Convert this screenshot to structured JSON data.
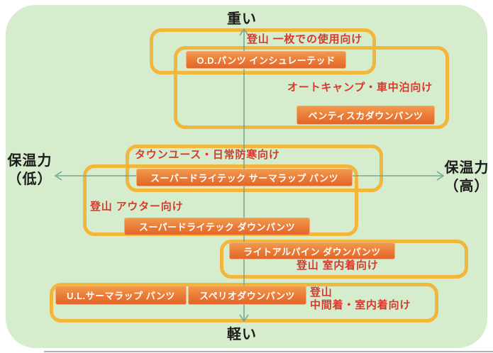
{
  "axis": {
    "top_label": "重い",
    "bottom_label": "軽い",
    "left_label": {
      "line1": "保温力",
      "line2": "（低）"
    },
    "right_label": {
      "line1": "保温力",
      "line2": "（高）"
    }
  },
  "groups": [
    {
      "use": "登山 一枚での使用向け"
    },
    {
      "use": "オートキャンプ・車中泊向け"
    },
    {
      "use": "タウンユース・日常防寒向け"
    },
    {
      "use": "登山 アウター向け"
    },
    {
      "use": "登山 室内着向け"
    },
    {
      "use_line1": "登山",
      "use_line2": "中間着・室内着向け"
    }
  ],
  "products": [
    {
      "name": "O.D.パンツ インシュレーテッド"
    },
    {
      "name": "ベンティスカダウンパンツ"
    },
    {
      "name": "スーパードライテック サーマラップ パンツ"
    },
    {
      "name": "スーパードライテック ダウンパンツ"
    },
    {
      "name": "ライトアルパイン ダウンパンツ"
    },
    {
      "name": "U.L.サーマラップ パンツ"
    },
    {
      "name": "スペリオダウンパンツ"
    }
  ],
  "colors": {
    "panel_bg": "#d6edcd",
    "group_box_stroke": "#f2b63c",
    "button_gradient_top": "#f09a4e",
    "button_gradient_bottom": "#e2662b",
    "use_label_red": "#d23b2e",
    "axis_line": "#79a795",
    "axis_text": "#1c1c1c"
  }
}
